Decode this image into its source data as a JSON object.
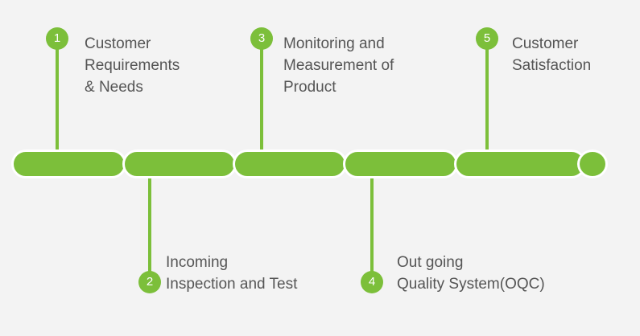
{
  "colors": {
    "accent": "#7cbf3a",
    "text": "#555555",
    "background": "#f3f3f3"
  },
  "steps": [
    {
      "number": "1",
      "label": "Customer\nRequirements\n& Needs"
    },
    {
      "number": "2",
      "label": "Incoming\nInspection and Test"
    },
    {
      "number": "3",
      "label": "Monitoring and\nMeasurement of\nProduct"
    },
    {
      "number": "4",
      "label": "Out going\n Quality System(OQC)"
    },
    {
      "number": "5",
      "label": "Customer\nSatisfaction"
    }
  ]
}
